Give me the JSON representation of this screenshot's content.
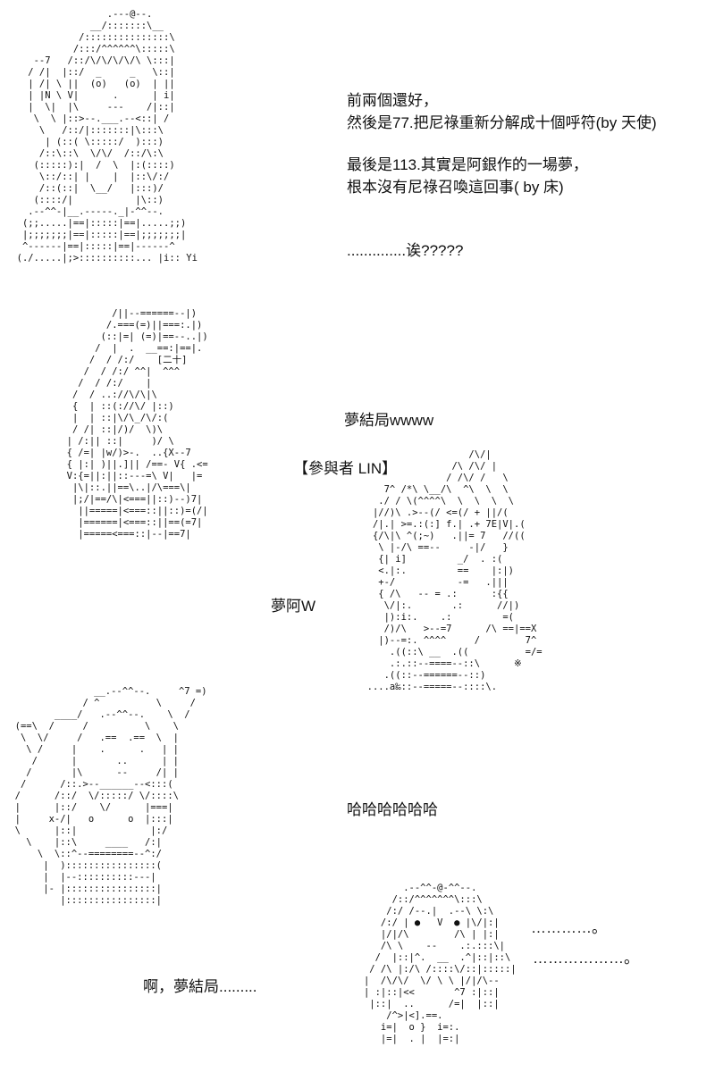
{
  "page": {
    "background": "#ffffff",
    "text_color": "#111111"
  },
  "dialogue": {
    "line1": "前兩個還好，",
    "line2": "然後是77.把尼祿重新分解成十個呼符(by 天使)",
    "line3": "最後是113.其實是阿銀作的一場夢，",
    "line4": "根本沒有尼祿召喚這回事( by 床)",
    "eh": "..............诶?????",
    "dream_ending": "夢結局wwww",
    "participant": "【參與者  LIN】",
    "dream_a": "夢阿W",
    "haha": "哈哈哈哈哈哈",
    "dots1": "…………。",
    "dots2": "………………。",
    "ah_dream": "啊，夢結局........."
  },
  "ascii_art": {
    "art1": [
      "                  .---@--.",
      "               __/:::::::\\__",
      "             /:::::::::::::::\\",
      "            /:::/^^^^^^\\:::::\\",
      "     --7   /::/\\/\\/\\/\\/\\ \\:::|",
      "    / /|  |::/  _     _   \\::|",
      "    | /| \\ ||  (o)   (o)  | ||",
      "    | |N \\ V|      .      | i|",
      "    |  \\|  |\\     ---    /|::|",
      "     \\  \\ |::>--.___.--<::| /",
      "      \\   /::/|:::::::|\\:::\\",
      "       | (::( \\:::::/  ):::)",
      "      /::\\::\\  \\/\\/  /::/\\:\\",
      "     (:::::):|  /  \\  |:(::::)",
      "      \\::/::| |    |  |::\\/:/",
      "      /::(::|  \\__/   |:::)/",
      "     (::::/|           |\\::)",
      "    .--^^-|__.-----._|-^^--.",
      "   (;;.....|==|:::::|==|.....;;)",
      "   |;;;;;;;|==|:::::|==|;;;;;;;|",
      "   ^------|==|:::::|==|------^",
      "  (./.....|;>::::::::::... |i:: Yi"
    ],
    "art2": [
      "          /||--======--|)",
      "         /.===(=)||===:.|)",
      "        (::|=| (=)|==--..|)",
      "       /  |  .  __==:|==|.",
      "      /  / /:/    [二十]",
      "     /  / /:/ ^^|  ^^^",
      "    /  / /:/    |",
      "   /  / ..://\\/\\|\\",
      "   {  | ::(://\\/ |::)",
      "   |  | ::|\\/\\_/\\/:(",
      "   / /| ::|/)/  \\)\\",
      "  | /:|| ::|     )/ \\",
      "  { /=| |w/)>-.  ..{X--7",
      "  { |:| )||.]|| /==- V{ .<=",
      "  V:{=||:||::---=\\ V|   |=",
      "   |\\|::.||==\\..|/\\===\\|",
      "   |;/|==/\\|<===||::)--)7|",
      "    ||=====|<===::||::)=(/|",
      "    |======|<===::||==(=7|",
      "    |=====<===::|--|==7|"
    ],
    "art3": [
      "                    /\\/|",
      "                 /\\ /\\/ |",
      "                / /\\/ /   \\",
      "     7^ /*\\ \\__/\\  ^\\  \\  \\",
      "    ./ / \\(^^^^\\  \\  \\  \\  \\",
      "   |//)\\ .>--(/ <=(/ + ||/(",
      "   /|.| >=.:(:] f.| .+ 7E|V|.(",
      "   {/\\|\\ ^(;~)   .||= 7   //((",
      "    \\ |-/\\ ==--     -|/   }",
      "    {| i]         _/  . :(",
      "    <.|:.         ==    |:|)",
      "    +-/           -=   .|||",
      "    { /\\   -- = .:      :{{",
      "     \\/|:.       .:      //|)",
      "     |):i:.    .:         =(",
      "     /)/\\   >--=7      /\\ ==|==X",
      "    |)--=:. ^^^^     /        7^",
      "      .((::\\ __  .((          =/=",
      "      .:.::--====--::\\      ※",
      "     .((::--======--::)",
      "  ....a‰::--=====--::::\\."
    ],
    "art4": [
      "                __.--^^--.     ^7 =)",
      "              / ^          \\     /",
      "         ____/   .--^^--.    \\  /",
      "  (==\\  /     /          \\    \\",
      "   \\  \\/     /   .==  .==  \\  |",
      "    \\ /     |    .      .   | |",
      "     /      |       ..      | |",
      "    /       |\\      --     /| |",
      "   /      /::.>--______--<:::(",
      "  /      /::/  \\/:::::/ \\/::::\\",
      "  |      |::/    \\/      |===|",
      "  |     x-/|   o      o  |:::|",
      "  \\      |::|             |:/",
      "    \\    |::\\     ____   /:|",
      "      \\  \\::^--========--^:/",
      "       |  )::::::::::::::::(",
      "       |  |--::::::::::---|",
      "       |- |::::::::::::::::|",
      "          |::::::::::::::::|"
    ],
    "art5": [
      "          .--^^-@-^^--.",
      "        /::/^^^^^^^\\:::\\",
      "       /:/ /--.|  .--\\ \\:\\",
      "      /:/ | ●   V  ● |\\/|:|",
      "      |/|/\\        /\\ | |:|",
      "      /\\ \\    --    .:.:::\\|",
      "     /  |::|^.  __  .^|::|::\\",
      "    / /\\ |:/\\ /::::\\/::|:::::|",
      "   |  /\\/\\/  \\/ \\ \\ |/|/\\--",
      "   | :|::|<<       ^7 :|::|",
      "    |::|  ..      /=|  |::|",
      "       /^>|<].==.",
      "      i=|  o }  i=:.",
      "      |=|  . |  |=:|"
    ]
  }
}
